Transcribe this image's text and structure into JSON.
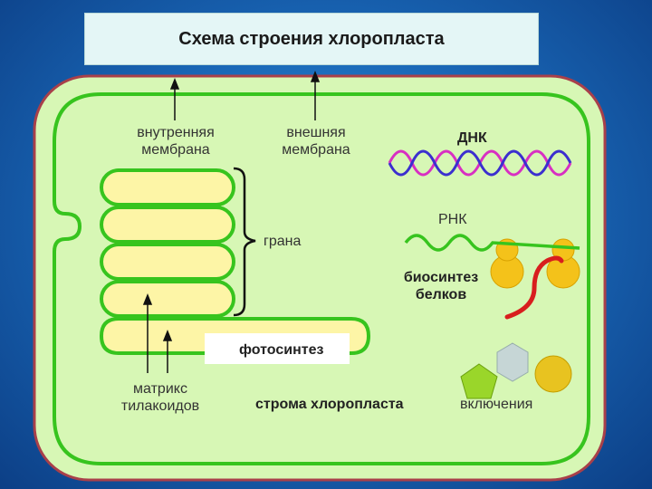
{
  "title": "Схема строения хлоропласта",
  "labels": {
    "inner_membrane": [
      "внутренняя",
      "мембрана"
    ],
    "outer_membrane": [
      "внешняя",
      "мембрана"
    ],
    "dna": "ДНК",
    "rna": "РНК",
    "granum": "грана",
    "protein_biosynthesis": [
      "биосинтез",
      "белков"
    ],
    "photosynthesis": "фотосинтез",
    "thylakoid_matrix": [
      "матрикс",
      "тилакоидов"
    ],
    "stroma": "строма хлоропласта",
    "inclusions": "включения"
  },
  "colors": {
    "background": "#1a68b8",
    "stroma_fill": "#d7f7b5",
    "outer_border": "#a8404a",
    "membrane": "#37c41e",
    "thylakoid_fill": "#fdf5a6",
    "dna_strand_1": "#d82fc2",
    "dna_strand_2": "#3b2fcf",
    "ribosome": "#f4c21a",
    "protein_chain": "#d81e1e"
  }
}
